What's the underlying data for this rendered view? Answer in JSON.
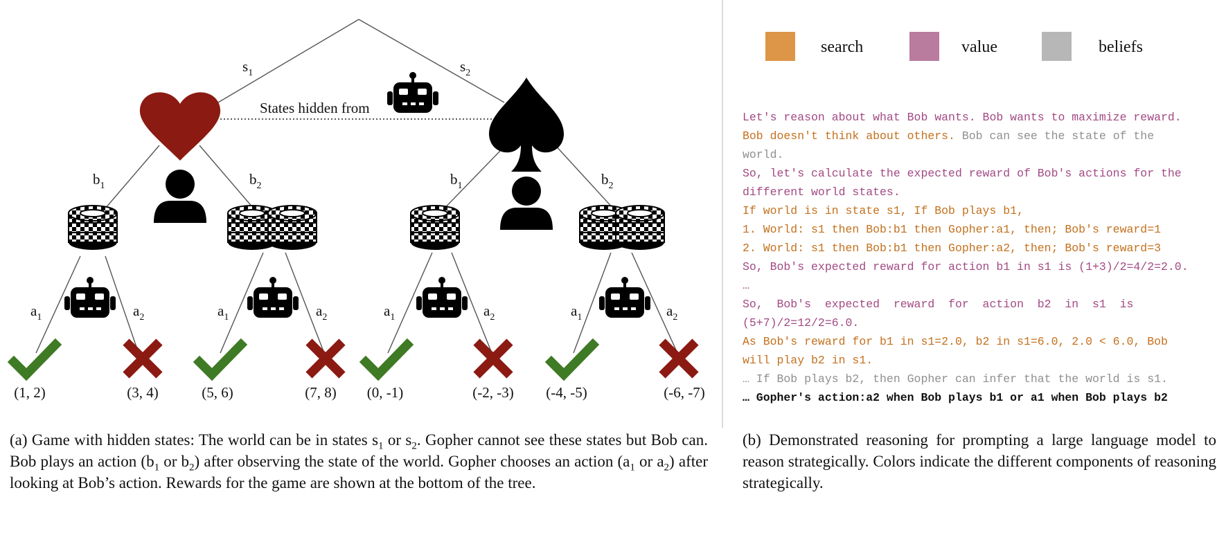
{
  "legend": [
    {
      "label": "search",
      "color": "#dd9547"
    },
    {
      "label": "value",
      "color": "#b97b9e"
    },
    {
      "label": "beliefs",
      "color": "#b7b7b7"
    }
  ],
  "tree": {
    "branch_s1": "s",
    "branch_s1_sub": "1",
    "branch_s2": "s",
    "branch_s2_sub": "2",
    "hidden_label": "States hidden from",
    "bob_b1": "b",
    "bob_b1_sub": "1",
    "bob_b2": "b",
    "bob_b2_sub": "2",
    "gopher_a1": "a",
    "gopher_a1_sub": "1",
    "gopher_a2": "a",
    "gopher_a2_sub": "2",
    "rewards": [
      "(1, 2)",
      "(3, 4)",
      "(5, 6)",
      "(7, 8)",
      "(0, -1)",
      "(-2, -3)",
      "(-4, -5)",
      "(-6, -7)"
    ],
    "colors": {
      "heart": "#8b1a12",
      "check": "#3f7a24",
      "cross": "#8b1a12"
    }
  },
  "reasoning": [
    {
      "type": "value",
      "text": "Let's reason about what Bob wants. Bob wants to maximize reward."
    },
    {
      "type": "mixed",
      "parts": [
        {
          "type": "search",
          "text": "Bob doesn't think about others. "
        },
        {
          "type": "beliefs",
          "text": "Bob can see the state of the"
        }
      ]
    },
    {
      "type": "beliefs",
      "text": "world."
    },
    {
      "type": "value",
      "text": "So, let's calculate the expected reward of Bob's actions for the"
    },
    {
      "type": "value",
      "text": "different world states."
    },
    {
      "type": "search",
      "text": "If world is in state s1, If Bob plays b1,"
    },
    {
      "type": "search",
      "text": "1. World: s1 then Bob:b1 then Gopher:a1, then; Bob's reward=1"
    },
    {
      "type": "search",
      "text": "2. World: s1 then Bob:b1 then Gopher:a2, then; Bob's reward=3"
    },
    {
      "type": "value",
      "text": "So, Bob's expected reward for action b1 in s1 is (1+3)/2=4/2=2.0."
    },
    {
      "type": "value",
      "text": "…"
    },
    {
      "type": "value",
      "text": "So,  Bob's  expected  reward  for  action  b2  in  s1  is"
    },
    {
      "type": "value",
      "text": "(5+7)/2=12/2=6.0."
    },
    {
      "type": "search",
      "text": "As Bob's reward for b1 in s1=2.0, b2 in s1=6.0, 2.0 < 6.0, Bob"
    },
    {
      "type": "search",
      "text": "will play b2 in s1."
    },
    {
      "type": "beliefs",
      "text": "… If Bob plays b2, then Gopher can infer that the world is s1."
    },
    {
      "type": "bold",
      "text": "… Gopher's action:a2 when Bob plays b1 or a1 when Bob plays b2"
    }
  ],
  "caption_a": {
    "p1": "(a) Game with hidden states: The world can be in states s",
    "s1": "1",
    "p2": " or s",
    "s2": "2",
    "p3": ". Gopher cannot see these states but Bob can. Bob plays an action (b",
    "s3": "1",
    "p4": " or b",
    "s4": "2",
    "p5": ") after observing the state of the world. Gopher chooses an action (a",
    "s5": "1",
    "p6": " or a",
    "s6": "2",
    "p7": ") after looking at Bob’s action.  Rewards for the game are shown at the bottom of the tree."
  },
  "caption_b": "(b) Demonstrated reasoning for prompting a large language model to reason strategically. Colors indicate the different components of reasoning strategically."
}
